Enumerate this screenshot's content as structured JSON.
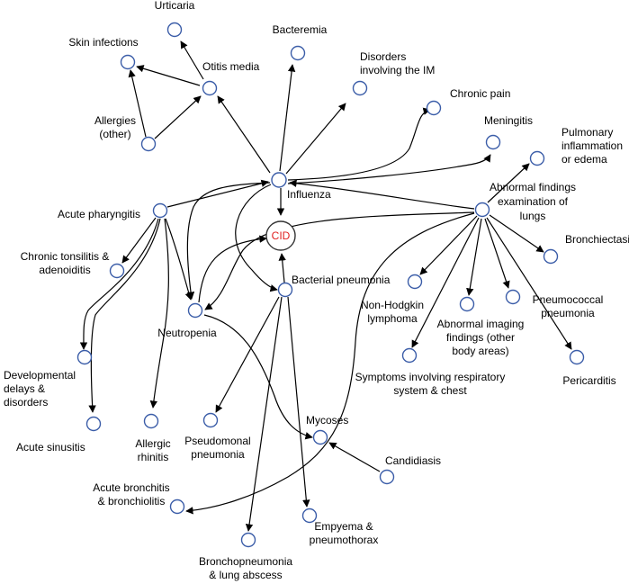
{
  "colors": {
    "node_stroke": "#3b5da8",
    "cid_text": "#e02020",
    "edge": "#000000"
  },
  "nodes": {
    "urticaria": {
      "lines": [
        "Urticaria"
      ]
    },
    "skin_infections": {
      "lines": [
        "Skin infections"
      ]
    },
    "otitis_media": {
      "lines": [
        "Otitis media"
      ]
    },
    "allergies_other": {
      "lines": [
        "Allergies",
        "(other)"
      ]
    },
    "bacteremia": {
      "lines": [
        "Bacteremia"
      ]
    },
    "disorders_im": {
      "lines": [
        "Disorders",
        "involving the IM"
      ]
    },
    "chronic_pain": {
      "lines": [
        "Chronic pain"
      ]
    },
    "meningitis": {
      "lines": [
        "Meningitis"
      ]
    },
    "pulmonary_inflammation": {
      "lines": [
        "Pulmonary",
        "inflammation",
        "or edema"
      ]
    },
    "influenza": {
      "lines": [
        "Influenza"
      ]
    },
    "abnormal_lungs": {
      "lines": [
        "Abnormal findings",
        "examination of",
        "lungs"
      ]
    },
    "acute_pharyngitis": {
      "lines": [
        "Acute pharyngitis"
      ]
    },
    "cid": {
      "lines": [
        "CID"
      ]
    },
    "chronic_tonsilitis": {
      "lines": [
        "Chronic tonsilitis &",
        "adenoiditis"
      ]
    },
    "bacterial_pneumonia": {
      "lines": [
        "Bacterial pneumonia"
      ]
    },
    "bronchiectasis": {
      "lines": [
        "Bronchiectasis"
      ]
    },
    "non_hodgkin": {
      "lines": [
        "Non-Hodgkin",
        "lymphoma"
      ]
    },
    "pneumococcal": {
      "lines": [
        "Pneumococcal",
        "pneumonia"
      ]
    },
    "neutropenia": {
      "lines": [
        "Neutropenia"
      ]
    },
    "abnormal_imaging": {
      "lines": [
        "Abnormal imaging",
        "findings (other",
        "body areas)"
      ]
    },
    "developmental": {
      "lines": [
        "Developmental",
        "delays &",
        "disorders"
      ]
    },
    "symptoms_resp": {
      "lines": [
        "Symptoms involving respiratory",
        "system & chest"
      ]
    },
    "pericarditis": {
      "lines": [
        "Pericarditis"
      ]
    },
    "acute_sinusitis": {
      "lines": [
        "Acute sinusitis"
      ]
    },
    "allergic_rhinitis": {
      "lines": [
        "Allergic",
        "rhinitis"
      ]
    },
    "pseudomonal": {
      "lines": [
        "Pseudomonal",
        "pneumonia"
      ]
    },
    "mycoses": {
      "lines": [
        "Mycoses"
      ]
    },
    "candidiasis": {
      "lines": [
        "Candidiasis"
      ]
    },
    "acute_bronchitis": {
      "lines": [
        "Acute bronchitis",
        "& bronchiolitis"
      ]
    },
    "empyema": {
      "lines": [
        "Empyema &",
        "pneumothorax"
      ]
    },
    "bronchopneumonia": {
      "lines": [
        "Bronchopneumonia",
        "& lung abscess"
      ]
    }
  }
}
